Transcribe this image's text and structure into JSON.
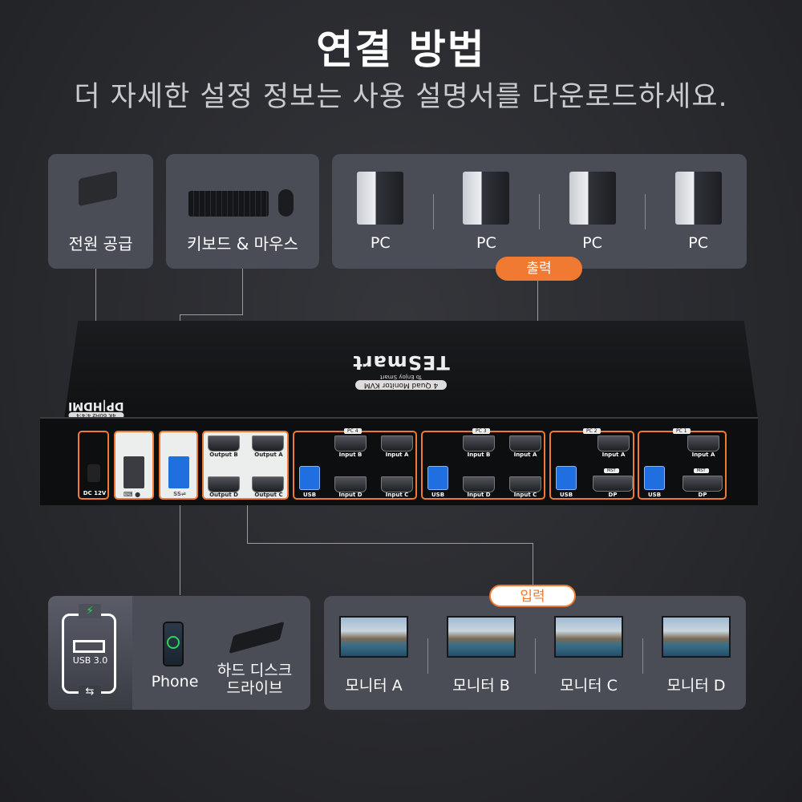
{
  "header": {
    "title": "연결 방법",
    "subtitle": "더 자세한 설정 정보는 사용 설명서를 다운로드하세요."
  },
  "top_cards": {
    "power": "전원 공급",
    "keyboard_mouse": "키보드 & 마우스",
    "pcs": [
      "PC",
      "PC",
      "PC",
      "PC"
    ]
  },
  "output_pill": "출력",
  "input_pill": "입력",
  "device": {
    "brand": "TESmart",
    "tagline": "To Enjoy Smart",
    "model": "Quad Monitor KVM",
    "model_num": "4",
    "spec_title": "DP|HDMI",
    "spec_sub": "4K 60Hz 4:4:4",
    "dc": "DC 12V",
    "ss": "SS⇌",
    "outputs": [
      "Output B",
      "Output A",
      "Output D",
      "Output C"
    ],
    "groups": [
      {
        "tag": "PC 4",
        "labels": [
          "Input B",
          "Input A",
          "USB",
          "Input D",
          "Input C"
        ]
      },
      {
        "tag": "PC 3",
        "labels": [
          "Input B",
          "Input A",
          "USB",
          "Input D",
          "Input C"
        ]
      },
      {
        "tag": "PC 2",
        "labels": [
          "Input A",
          "USB",
          "DP"
        ],
        "mst": "MST"
      },
      {
        "tag": "PC 1",
        "labels": [
          "Input A",
          "USB",
          "DP"
        ],
        "mst": "MST"
      }
    ]
  },
  "bottom_cards": {
    "usb_label": "USB 3.0",
    "phone": "Phone",
    "hdd": "하드 디스크\n드라이브",
    "monitors": [
      "모니터 A",
      "모니터 B",
      "모니터 C",
      "모니터 D"
    ]
  },
  "colors": {
    "accent": "#f07a32",
    "card": "#4a4c56",
    "charge": "#2fd25a"
  }
}
